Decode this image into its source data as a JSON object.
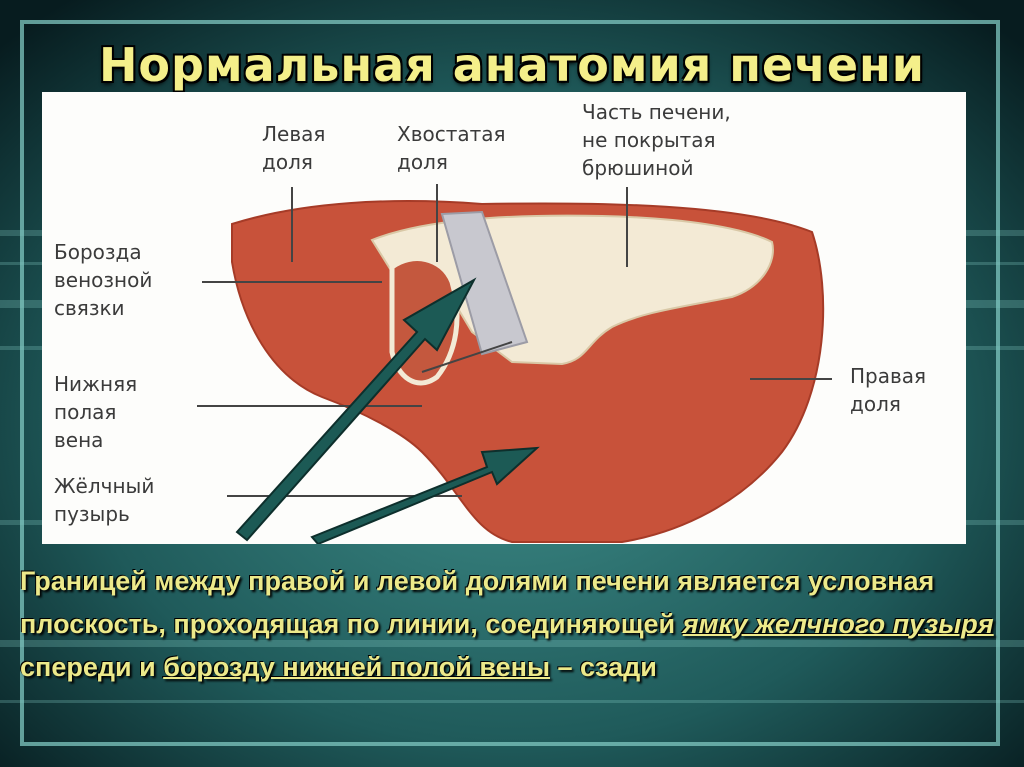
{
  "title": "Нормальная анатомия печени",
  "labels": {
    "left_lobe": "Левая\nдоля",
    "caudate_lobe": "Хвостатая\nдоля",
    "bare_area": "Часть печени,\nне покрытая\nбрюшиной",
    "ligament_groove": "Борозда\nвенозной\nсвязки",
    "ivc": "Нижняя\nполая\nвена",
    "gallbladder": "Жёлчный\nпузырь",
    "right_lobe": "Правая\nдоля"
  },
  "caption": {
    "part1": "Границей между правой и левой долями печени является условная плоскость, проходящая по линии, соединяющей ",
    "link1": "ямку желчного пузыря",
    "part2": " спереди и ",
    "link2": "борозду нижней полой вены",
    "part3": " – сзади"
  },
  "colors": {
    "title": "#f4ef8a",
    "caption": "#ece98a",
    "liver": "#c8523a",
    "gallbladder": "#b8d46a",
    "arrow": "#1c5a55"
  }
}
